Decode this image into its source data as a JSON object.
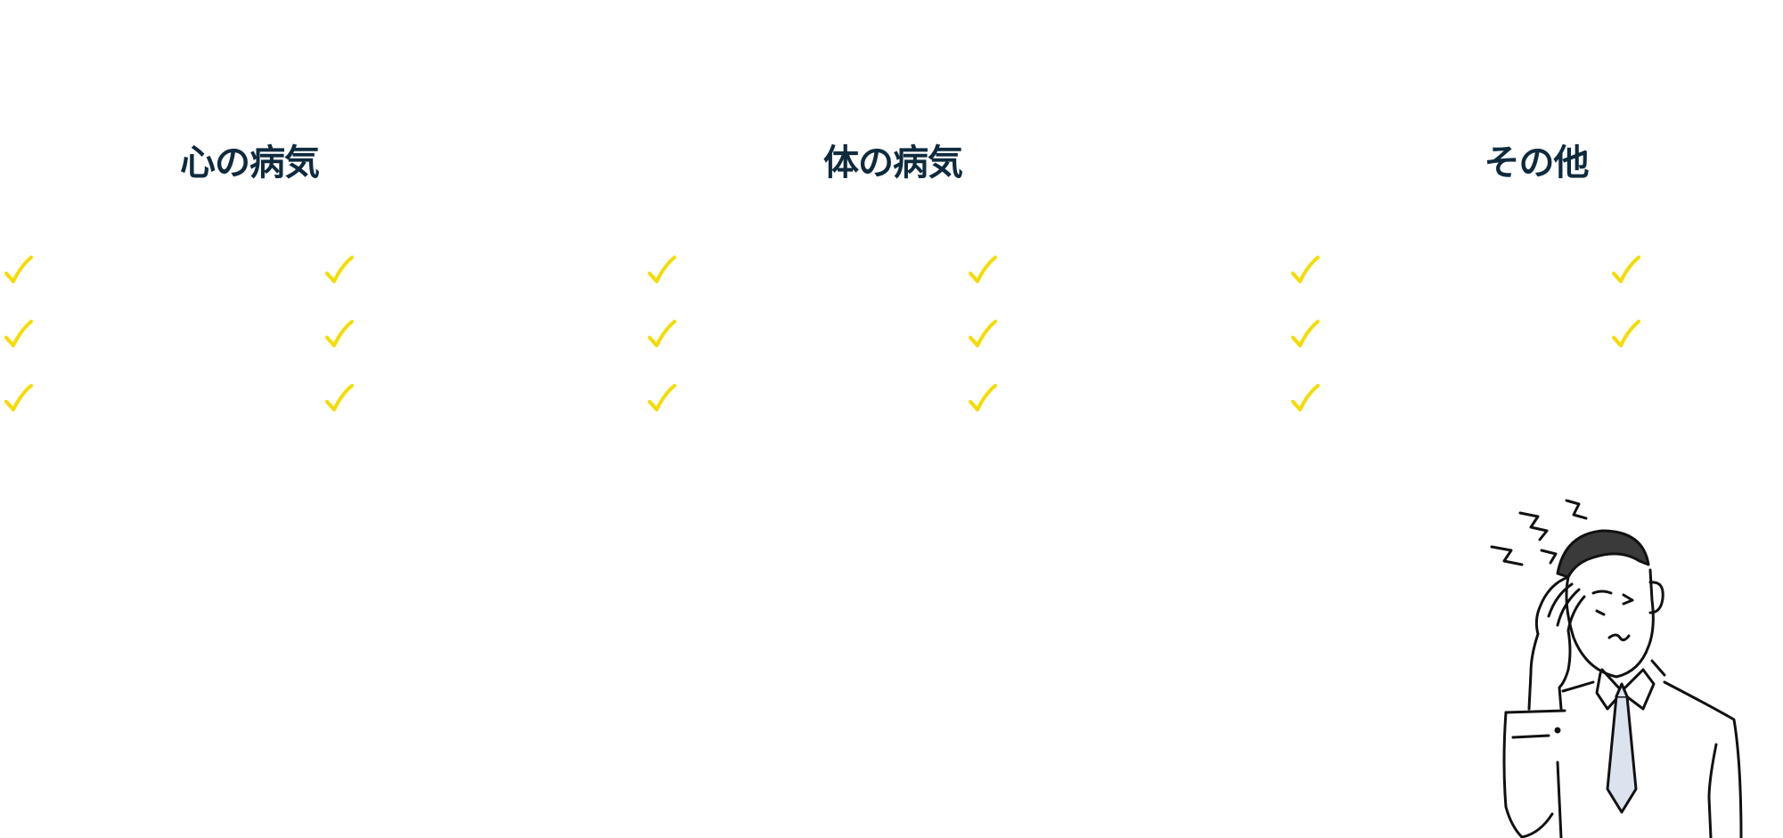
{
  "categories": [
    {
      "id": "mind",
      "title": "心の病気",
      "items": [
        "",
        "",
        "",
        "",
        "",
        ""
      ]
    },
    {
      "id": "body",
      "title": "体の病気",
      "items": [
        "",
        "",
        "",
        "",
        "",
        ""
      ]
    },
    {
      "id": "other",
      "title": "その他",
      "items": [
        "",
        "",
        "",
        "",
        ""
      ]
    }
  ],
  "colors": {
    "heading": "#0f2a3d",
    "check": "#f5dc00",
    "tie": "#dbe3ef",
    "hair": "#3a3a3a"
  },
  "icons": {
    "check": "checkmark-icon",
    "illustration": "headache-businessman-illustration"
  }
}
